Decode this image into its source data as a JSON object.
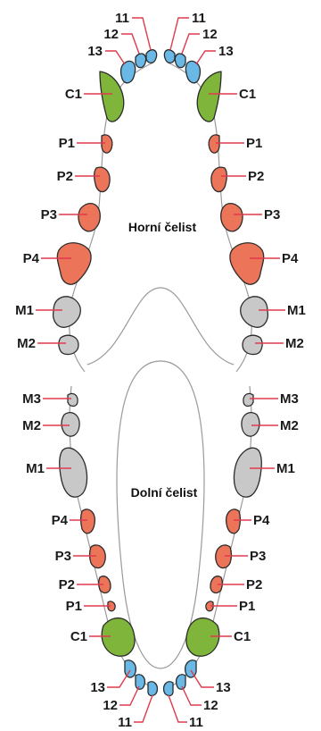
{
  "titles": {
    "upper": "Horní čelist",
    "lower": "Dolní čelist"
  },
  "colors": {
    "incisor": "#69b8e6",
    "canine": "#7fb53a",
    "premolar": "#ec7559",
    "molar": "#c8c8c8",
    "leader": "#e03a4e"
  },
  "upper_jaw": {
    "left": [
      "11",
      "12",
      "13",
      "C1",
      "P1",
      "P2",
      "P3",
      "P4",
      "M1",
      "M2"
    ],
    "right": [
      "11",
      "12",
      "13",
      "C1",
      "P1",
      "P2",
      "P3",
      "P4",
      "M1",
      "M2"
    ]
  },
  "lower_jaw": {
    "left": [
      "M3",
      "M2",
      "M1",
      "P4",
      "P3",
      "P2",
      "P1",
      "C1",
      "13",
      "12",
      "11"
    ],
    "right": [
      "M3",
      "M2",
      "M1",
      "P4",
      "P3",
      "P2",
      "P1",
      "C1",
      "13",
      "12",
      "11"
    ]
  }
}
